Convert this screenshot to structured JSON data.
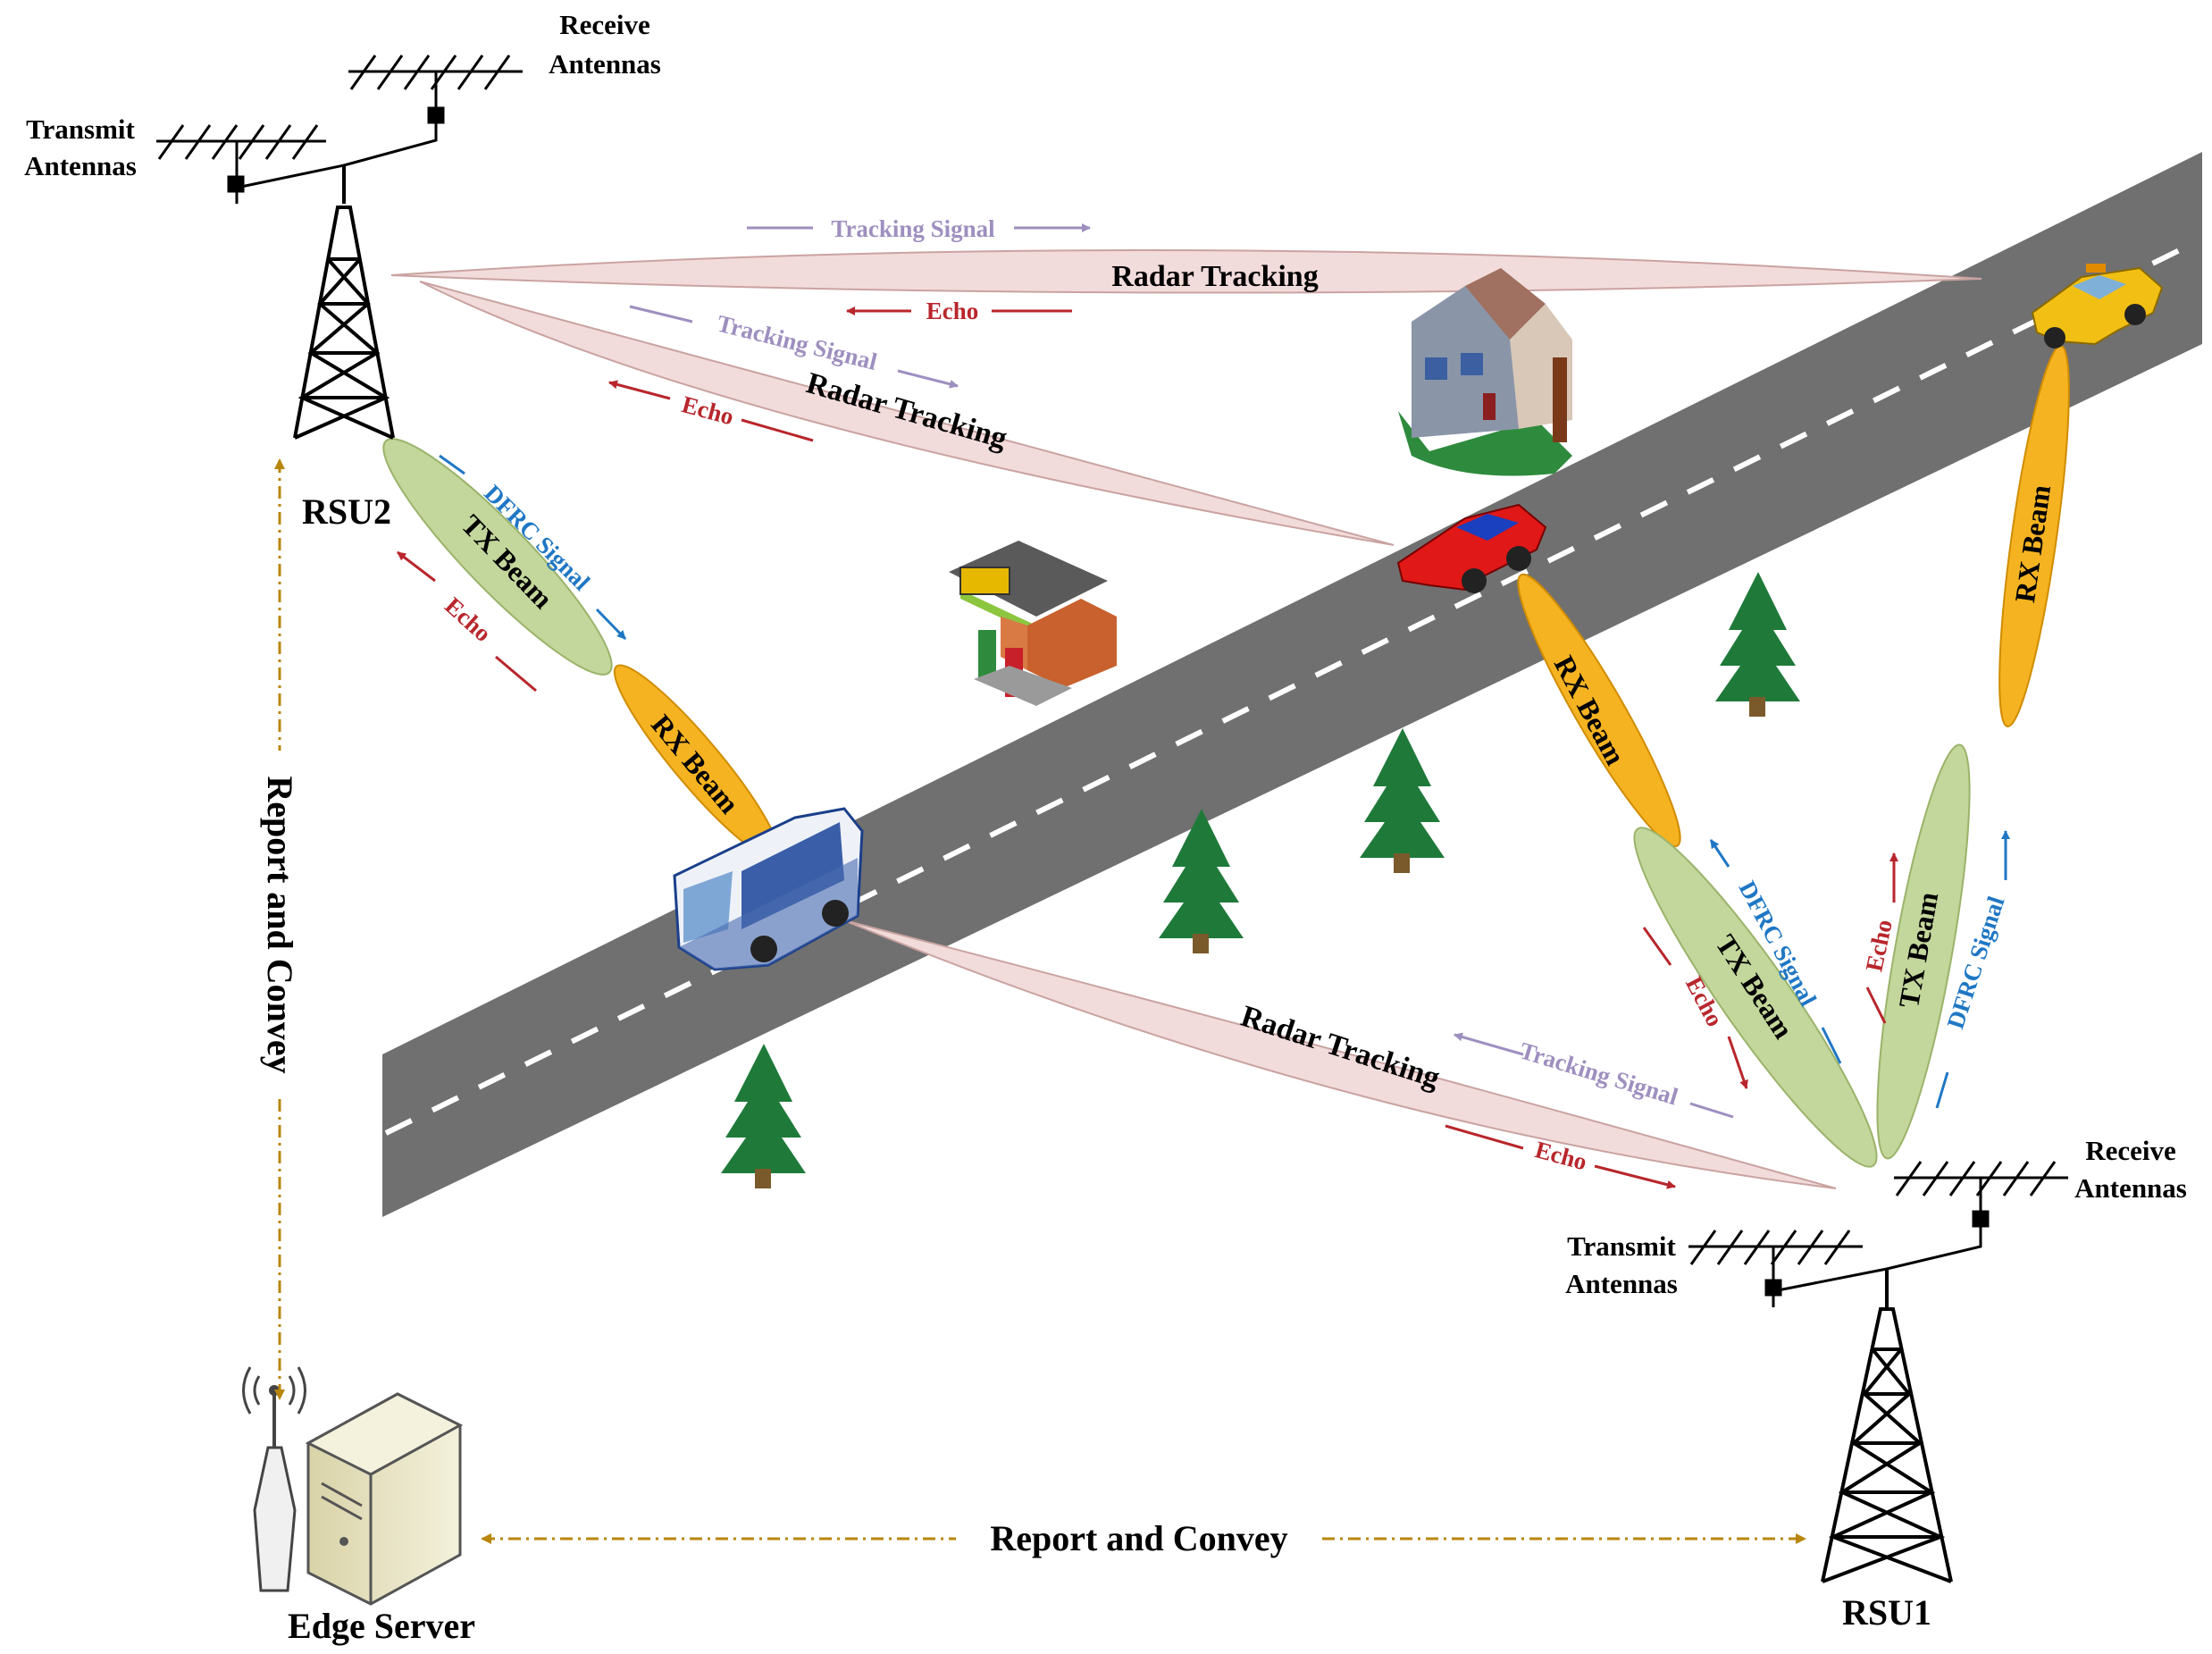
{
  "rsu2": {
    "name": "RSU2",
    "transmit": [
      "Transmit",
      "Antennas"
    ],
    "receive": [
      "Receive",
      "Antennas"
    ]
  },
  "rsu1": {
    "name": "RSU1",
    "transmit": [
      "Transmit",
      "Antennas"
    ],
    "receive": [
      "Receive",
      "Antennas"
    ]
  },
  "edge_server": {
    "name": "Edge Server"
  },
  "links": {
    "vertical": "Report and Convey",
    "horizontal": "Report and Convey"
  },
  "beams": {
    "radar_top": "Radar Tracking",
    "radar_diag": "Radar Tracking",
    "radar_bottom": "Radar Tracking",
    "tx_rsu2": "TX Beam",
    "rx_rsu2": "RX Beam",
    "rx_car": "RX Beam",
    "tx_rsu1_left": "TX Beam",
    "tx_rsu1_right": "TX Beam",
    "rx_taxi": "RX Beam"
  },
  "signals": {
    "tracking_top": "Tracking Signal",
    "tracking_diag": "Tracking Signal",
    "tracking_bottom": "Tracking Signal",
    "echo_top": "Echo",
    "echo_diag": "Echo",
    "echo_rsu2": "Echo",
    "echo_bottom": "Echo",
    "echo_rsu1_left": "Echo",
    "echo_rsu1_right": "Echo",
    "dfrc_rsu2": "DFRC Signal",
    "dfrc_rsu1_left": "DFRC Signal",
    "dfrc_rsu1_right": "DFRC Signal"
  },
  "colors": {
    "road": "#707070",
    "radar_beam": "#f2dcdb",
    "tx_beam": "#c3d69b",
    "rx_beam": "#f5b321",
    "tracking": "#9e8fbf",
    "echo": "#b8262c",
    "dfrc": "#1f77c4",
    "link": "#b8860b"
  }
}
